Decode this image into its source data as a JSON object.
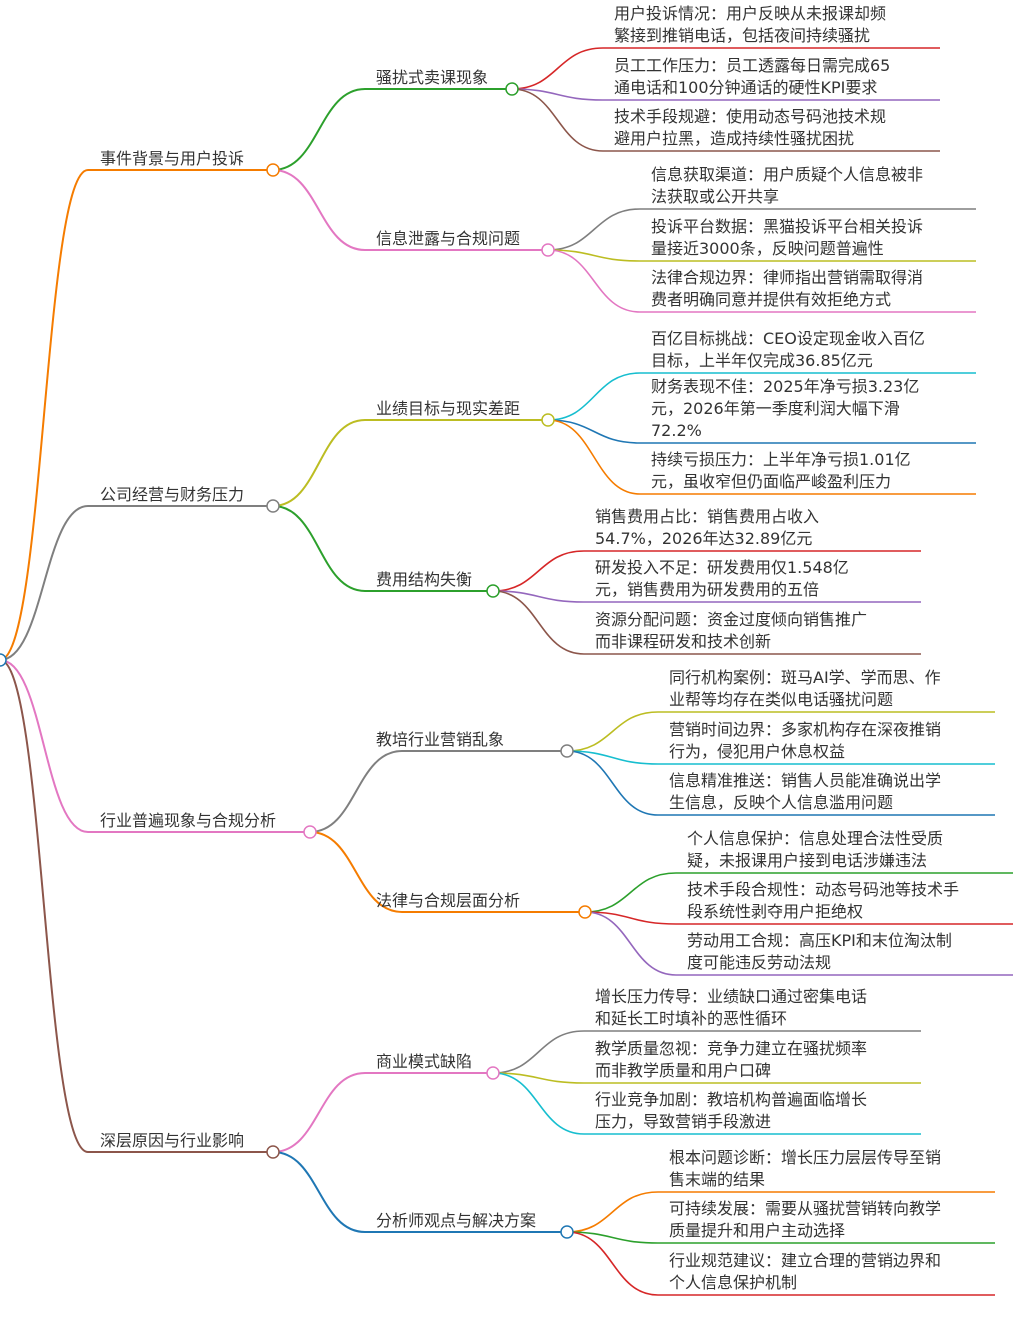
{
  "topics": [
    {
      "label": "事件背景与用户投诉",
      "color": "#f57c00",
      "children": [
        {
          "label": "骚扰式卖课现象",
          "color": "#2ca02c",
          "leaves": [
            {
              "lines": [
                "用户投诉情况：用户反映从未报课却频",
                "繁接到推销电话，包括夜间持续骚扰"
              ],
              "color": "#d62728"
            },
            {
              "lines": [
                "员工工作压力：员工透露每日需完成65",
                "通电话和100分钟通话的硬性KPI要求"
              ],
              "color": "#9467bd"
            },
            {
              "lines": [
                "技术手段规避：使用动态号码池技术规",
                "避用户拉黑，造成持续性骚扰困扰"
              ],
              "color": "#8c564b"
            }
          ]
        },
        {
          "label": "信息泄露与合规问题",
          "color": "#e377c2",
          "leaves": [
            {
              "lines": [
                "信息获取渠道：用户质疑个人信息被非",
                "法获取或公开共享"
              ],
              "color": "#7f7f7f"
            },
            {
              "lines": [
                "投诉平台数据：黑猫投诉平台相关投诉",
                "量接近3000条，反映问题普遍性"
              ],
              "color": "#bcbd22"
            },
            {
              "lines": [
                "法律合规边界：律师指出营销需取得消",
                "费者明确同意并提供有效拒绝方式"
              ],
              "color": "#e377c2"
            }
          ]
        }
      ]
    },
    {
      "label": "公司经营与财务压力",
      "color": "#7f7f7f",
      "children": [
        {
          "label": "业绩目标与现实差距",
          "color": "#bcbd22",
          "leaves": [
            {
              "lines": [
                "百亿目标挑战：CEO设定现金收入百亿",
                "目标，上半年仅完成36.85亿元"
              ],
              "color": "#17becf"
            },
            {
              "lines": [
                "财务表现不佳：2025年净亏损3.23亿",
                "元，2026年第一季度利润大幅下滑",
                "72.2%"
              ],
              "color": "#1f77b4"
            },
            {
              "lines": [
                "持续亏损压力：上半年净亏损1.01亿",
                "元，虽收窄但仍面临严峻盈利压力"
              ],
              "color": "#f57c00"
            }
          ]
        },
        {
          "label": "费用结构失衡",
          "color": "#2ca02c",
          "leaves": [
            {
              "lines": [
                "销售费用占比：销售费用占收入",
                "54.7%，2026年达32.89亿元"
              ],
              "color": "#d62728"
            },
            {
              "lines": [
                "研发投入不足：研发费用仅1.548亿",
                "元，销售费用为研发费用的五倍"
              ],
              "color": "#9467bd"
            },
            {
              "lines": [
                "资源分配问题：资金过度倾向销售推广",
                "而非课程研发和技术创新"
              ],
              "color": "#8c564b"
            }
          ]
        }
      ]
    },
    {
      "label": "行业普遍现象与合规分析",
      "color": "#e377c2",
      "children": [
        {
          "label": "教培行业营销乱象",
          "color": "#7f7f7f",
          "leaves": [
            {
              "lines": [
                "同行机构案例：斑马AI学、学而思、作",
                "业帮等均存在类似电话骚扰问题"
              ],
              "color": "#bcbd22"
            },
            {
              "lines": [
                "营销时间边界：多家机构存在深夜推销",
                "行为，侵犯用户休息权益"
              ],
              "color": "#17becf"
            },
            {
              "lines": [
                "信息精准推送：销售人员能准确说出学",
                "生信息，反映个人信息滥用问题"
              ],
              "color": "#1f77b4"
            }
          ]
        },
        {
          "label": "法律与合规层面分析",
          "color": "#f57c00",
          "leaves": [
            {
              "lines": [
                "个人信息保护：信息处理合法性受质",
                "疑，未报课用户接到电话涉嫌违法"
              ],
              "color": "#2ca02c"
            },
            {
              "lines": [
                "技术手段合规性：动态号码池等技术手",
                "段系统性剥夺用户拒绝权"
              ],
              "color": "#d62728"
            },
            {
              "lines": [
                "劳动用工合规：高压KPI和末位淘汰制",
                "度可能违反劳动法规"
              ],
              "color": "#9467bd"
            }
          ]
        }
      ]
    },
    {
      "label": "深层原因与行业影响",
      "color": "#8c564b",
      "children": [
        {
          "label": "商业模式缺陷",
          "color": "#e377c2",
          "leaves": [
            {
              "lines": [
                "增长压力传导：业绩缺口通过密集电话",
                "和延长工时填补的恶性循环"
              ],
              "color": "#7f7f7f"
            },
            {
              "lines": [
                "教学质量忽视：竞争力建立在骚扰频率",
                "而非教学质量和用户口碑"
              ],
              "color": "#bcbd22"
            },
            {
              "lines": [
                "行业竞争加剧：教培机构普遍面临增长",
                "压力，导致营销手段激进"
              ],
              "color": "#17becf"
            }
          ]
        },
        {
          "label": "分析师观点与解决方案",
          "color": "#1f77b4",
          "leaves": [
            {
              "lines": [
                "根本问题诊断：增长压力层层传导至销",
                "售末端的结果"
              ],
              "color": "#f57c00"
            },
            {
              "lines": [
                "可持续发展：需要从骚扰营销转向教学",
                "质量提升和用户主动选择"
              ],
              "color": "#2ca02c"
            },
            {
              "lines": [
                "行业规范建议：建立合理的营销边界和",
                "个人信息保护机制"
              ],
              "color": "#d62728"
            }
          ]
        }
      ]
    }
  ],
  "root_color": "#1f77b4"
}
